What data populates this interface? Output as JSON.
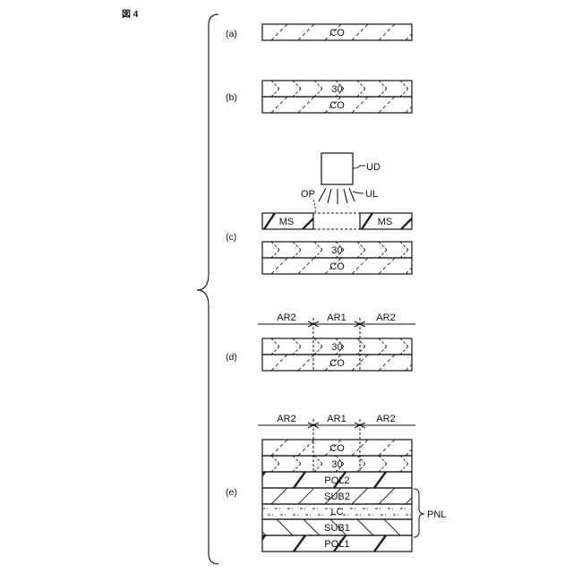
{
  "figure": {
    "title": "図 4"
  },
  "steps": {
    "a": {
      "label": "(a)",
      "layers": [
        "CO"
      ]
    },
    "b": {
      "label": "(b)",
      "layers": [
        "30",
        "CO"
      ]
    },
    "c": {
      "label": "(c)",
      "device": "UD",
      "light": "UL",
      "opening": "OP",
      "mask": "MS",
      "layers": [
        "30",
        "CO"
      ]
    },
    "d": {
      "label": "(d)",
      "regions": [
        "AR2",
        "AR1",
        "AR2"
      ],
      "layers": [
        "30",
        "CO"
      ]
    },
    "e": {
      "label": "(e)",
      "regions": [
        "AR2",
        "AR1",
        "AR2"
      ],
      "layers": [
        "CO",
        "30",
        "POL2",
        "SUB2",
        "LC",
        "SUB1",
        "POL1"
      ],
      "panel": "PNL"
    }
  }
}
